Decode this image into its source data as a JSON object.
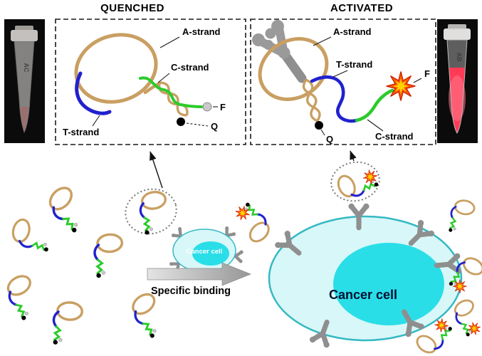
{
  "figure": {
    "panels": {
      "quenched": {
        "title": "QUENCHED",
        "labels": {
          "a_strand": "A-strand",
          "c_strand": "C-strand",
          "t_strand": "T-strand",
          "fluorophore": "F",
          "quencher": "Q"
        }
      },
      "activated": {
        "title": "ACTIVATED",
        "labels": {
          "a_strand": "A-strand",
          "t_strand": "T-strand",
          "c_strand": "C-strand",
          "fluorophore": "F",
          "quencher": "Q"
        }
      }
    },
    "tubes": {
      "quenched_mark": "AC",
      "activated_mark": "AB"
    },
    "scheme": {
      "small_cell_label": "Cancer cell",
      "binding_label": "Specific binding",
      "large_cell_label": "Cancer cell"
    }
  },
  "colors": {
    "a_strand": "#C99F62",
    "t_strand": "#2121CE",
    "c_strand": "#2BCB2B",
    "fluorophore": "#FF5A00",
    "fluorophore_core": "#FFD400",
    "fluorophore_quenched": "#C9C9C9",
    "quencher": "#000000",
    "receptor": "#8F8F8F",
    "cell_fill": "#D8F7F8",
    "cell_border": "#35B9C3",
    "nucleus": "#2ADEE8",
    "tube_liquid": "#FF3A55"
  }
}
